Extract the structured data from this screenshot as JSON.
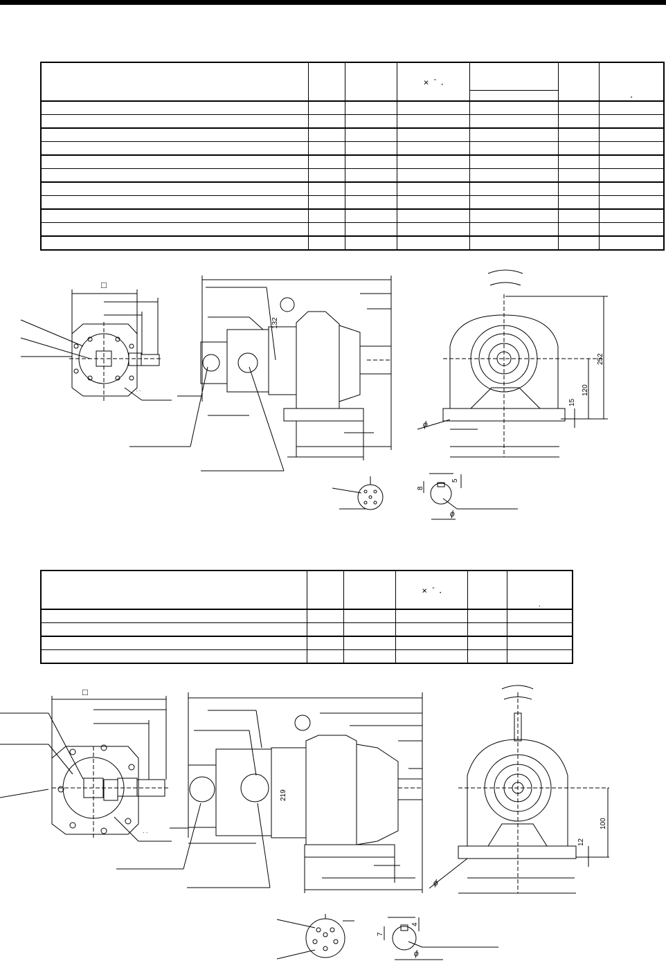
{
  "header": {
    "bar": ""
  },
  "table1": {
    "symbols": {
      "cross": "×",
      "dash": "-",
      "dot1": "▪",
      "dot2": "▪"
    },
    "row_count": 11
  },
  "drawing1": {
    "square_symbol": "□",
    "dims": {
      "d132": "132",
      "d252": "252",
      "d120": "120",
      "d15": "15",
      "d8": "8",
      "d5": "5"
    },
    "phi1": "ϕ",
    "phi2": "ϕ",
    "dots": "· ·"
  },
  "table2": {
    "symbols": {
      "cross": "×",
      "dash": "-",
      "dot1": "▪",
      "dot2": "."
    },
    "row_count": 4
  },
  "drawing2": {
    "square_symbol": "□",
    "dims": {
      "d219": "219",
      "d100": "100",
      "d12": "12",
      "d7": "7",
      "d4": "4"
    },
    "phi1": "ϕ",
    "phi2": "ϕ",
    "dots": "· ·"
  }
}
